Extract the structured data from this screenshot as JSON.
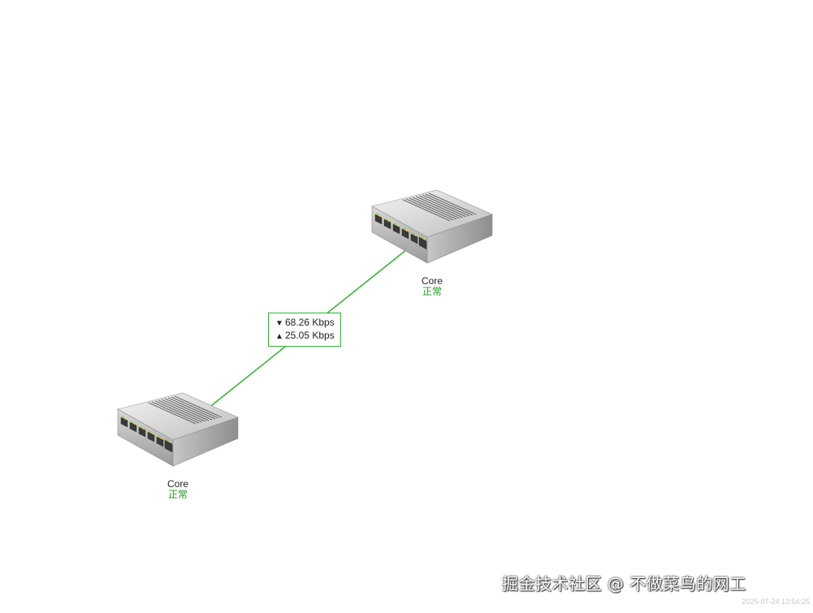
{
  "nodes": [
    {
      "label": "Core",
      "status": "正常",
      "icon": "network-switch-icon"
    },
    {
      "label": "Core",
      "status": "正常",
      "icon": "network-switch-icon"
    }
  ],
  "link": {
    "down_rate": "68.26 Kbps",
    "up_rate": "25.05 Kbps",
    "down_icon": "▼",
    "up_icon": "▲",
    "color": "#2fb52f"
  },
  "status_color": "#1a9a1a",
  "watermark": "掘金技术社区 @ 不做菜鸟的网工",
  "timestamp": "2025-07-24 13:54:25"
}
